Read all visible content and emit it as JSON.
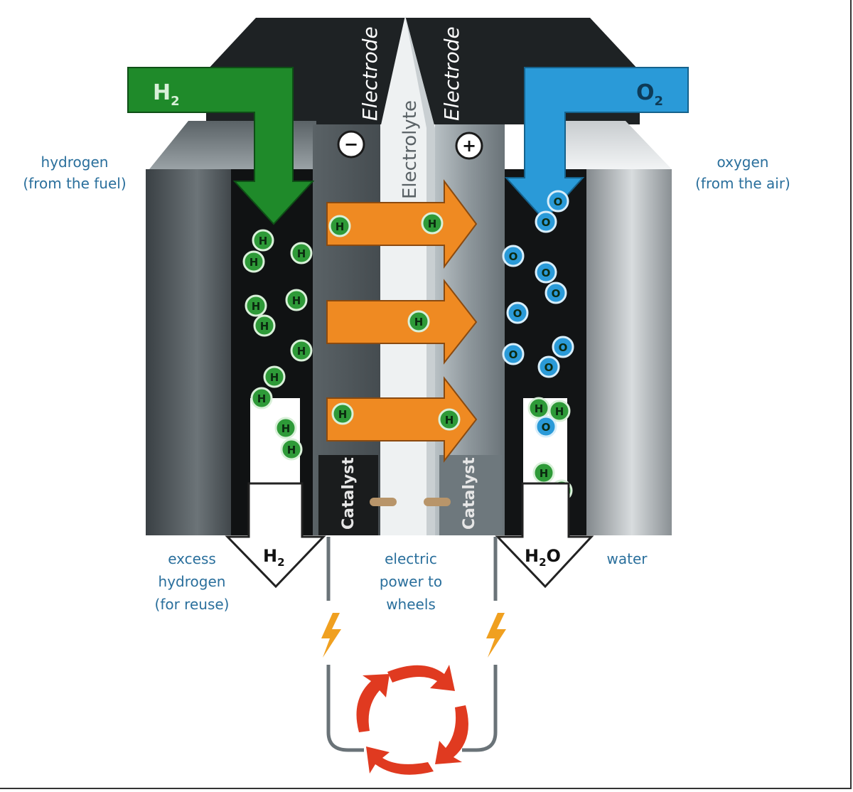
{
  "labels": {
    "h2_in": "H",
    "h2_in_sub": "2",
    "o2_in": "O",
    "o2_in_sub": "2",
    "electrode_left": "Electrode",
    "electrolyte": "Electrolyte",
    "electrode_right": "Electrode",
    "anode_sign": "−",
    "cathode_sign": "+",
    "hydrogen_line1": "hydrogen",
    "hydrogen_line2": "(from the fuel)",
    "oxygen_line1": "oxygen",
    "oxygen_line2": "(from the air)",
    "catalyst_left": "Catalyst",
    "catalyst_right": "Catalyst",
    "excess_line1": "excess",
    "excess_line2": "hydrogen",
    "excess_line3": "(for reuse)",
    "h2_out": "H",
    "h2_out_sub": "2",
    "h2o_out_h": "H",
    "h2o_out_sub": "2",
    "h2o_out_o": "O",
    "water": "water",
    "power_line1": "electric",
    "power_line2": "power to",
    "power_line3": "wheels",
    "hydrogen_atom": "H",
    "oxygen_atom": "O"
  },
  "colors": {
    "hydrogen_green": "#1f8a2a",
    "oxygen_blue": "#2a9ad8",
    "proton_arrow_orange": "#ef8a22",
    "label_blue": "#2a6f9c",
    "lightning_orange": "#f0a020",
    "cycle_red": "#e03a20"
  },
  "icons": [
    "lightning-icon",
    "cycle-arrows-icon"
  ]
}
